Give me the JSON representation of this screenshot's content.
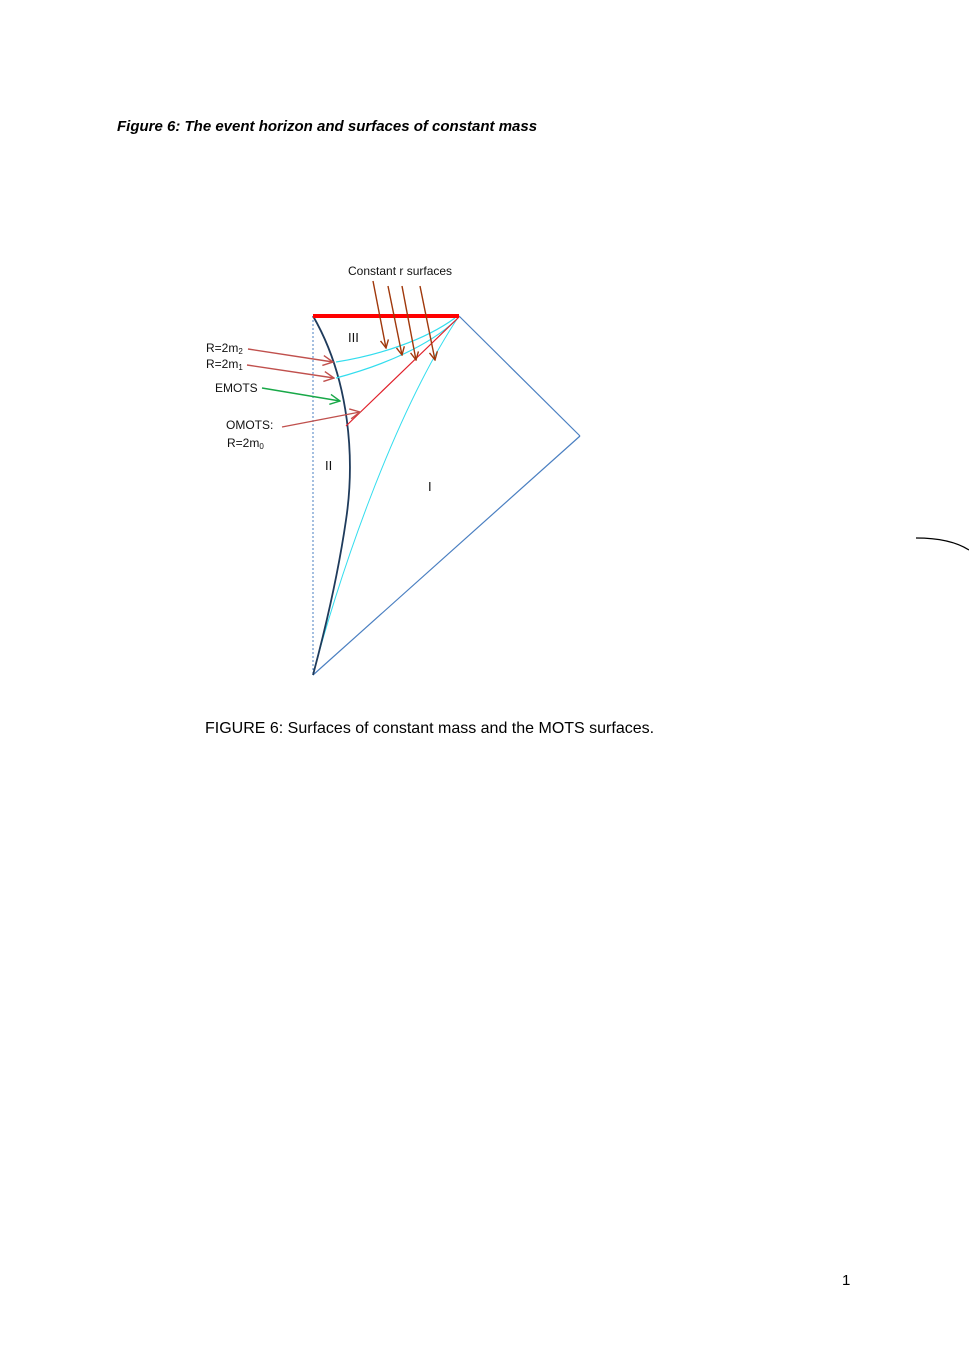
{
  "heading": "Figure 6: The event horizon and surfaces of constant mass",
  "diagram": {
    "top_label": "Constant r surfaces",
    "labels": {
      "r2": {
        "base": "R=2m",
        "sub": "2"
      },
      "r1": {
        "base": "R=2m",
        "sub": "1"
      },
      "emots": "EMOTS",
      "omots": "OMOTS:",
      "r0": {
        "base": "R=2m",
        "sub": "0"
      }
    },
    "regions": {
      "region3": "III",
      "region2": "II",
      "region1": "I"
    },
    "colors": {
      "singularity": "#ff0000",
      "horizon": "#4a7fc1",
      "mots_curve": "#1f3b5c",
      "constant_mass": "#33ddee",
      "constant_r_arrows": "#a0380b",
      "label_arrows": "#c0504d",
      "emots_arrow": "#18a848"
    }
  },
  "caption": "FIGURE 6: Surfaces of constant mass and the MOTS surfaces.",
  "page_number": "1"
}
